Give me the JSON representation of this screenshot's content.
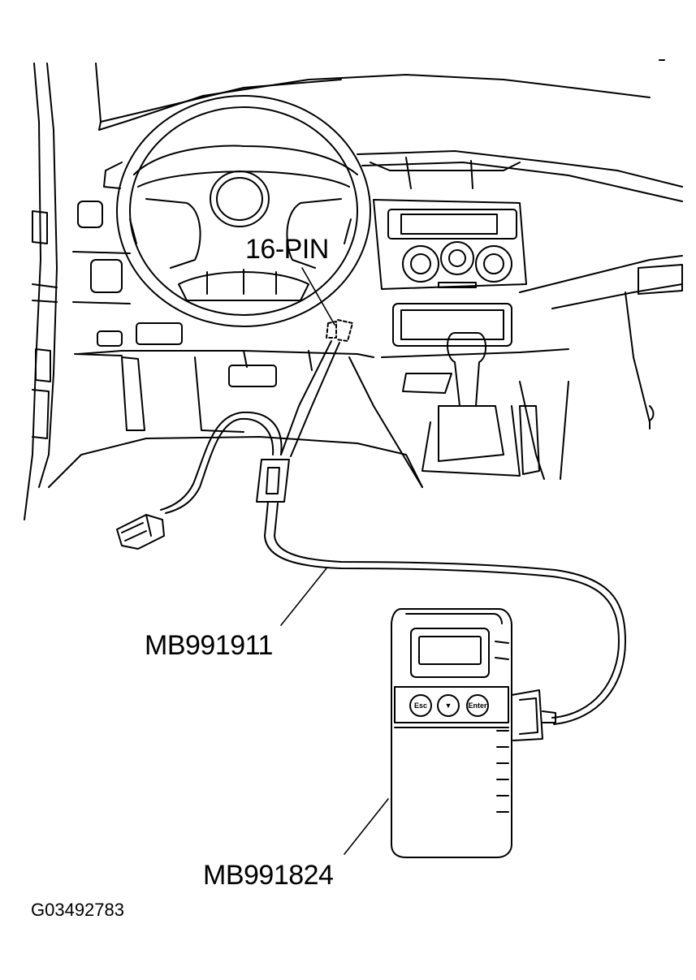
{
  "labels": {
    "connector": "16-PIN",
    "cable": "MB991911",
    "tool": "MB991824",
    "figure_id": "G03492783"
  },
  "tool_buttons": {
    "left": "Esc",
    "middle": "▼",
    "right": "Enter"
  },
  "colors": {
    "line": "#000000",
    "background": "#ffffff"
  }
}
